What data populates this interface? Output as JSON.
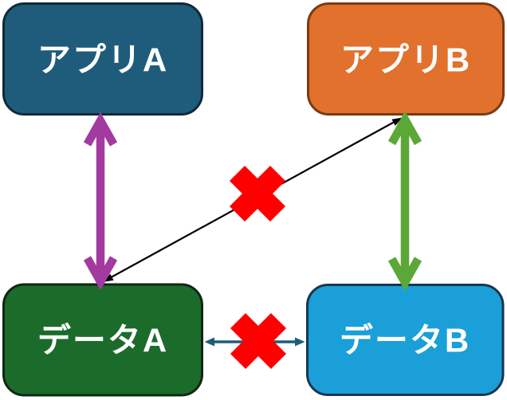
{
  "diagram": {
    "background_color": "#FFFFFF",
    "blocked_marker": {
      "icon": "x-mark",
      "color": "#FF0000"
    },
    "nodes": [
      {
        "id": "app-a",
        "label": "アプリA",
        "fill": "#1F5C7B",
        "border": "#12293A",
        "text_color": "#FFFFFF"
      },
      {
        "id": "app-b",
        "label": "アプリB",
        "fill": "#E1712C",
        "border": "#7A3A12",
        "text_color": "#FFFFFF"
      },
      {
        "id": "data-a",
        "label": "データA",
        "fill": "#1B6B2B",
        "border": "#102713",
        "text_color": "#FFFFFF"
      },
      {
        "id": "data-b",
        "label": "データB",
        "fill": "#1B9FD8",
        "border": "#17374E",
        "text_color": "#FFFFFF"
      }
    ],
    "connectors": [
      {
        "id": "app-a--data-a",
        "style": "thick-double-arrow",
        "color": "#A23AA0",
        "from": "アプリA",
        "to": "データA",
        "blocked": false
      },
      {
        "id": "app-b--data-b",
        "style": "thick-double-arrow",
        "color": "#5BA838",
        "from": "アプリB",
        "to": "データB",
        "blocked": false
      },
      {
        "id": "data-a--app-b",
        "style": "thin-double-arrow",
        "color": "#000000",
        "from": "データA",
        "to": "アプリB",
        "blocked": true
      },
      {
        "id": "data-a--data-b",
        "style": "thin-double-arrow",
        "color": "#1F5C7B",
        "from": "データA",
        "to": "データB",
        "blocked": true
      }
    ]
  }
}
